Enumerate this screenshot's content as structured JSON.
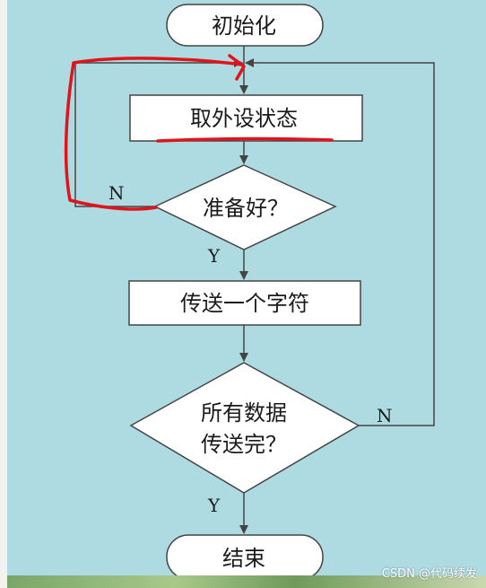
{
  "diagram": {
    "nodes": {
      "start": "初始化",
      "read_status": "取外设状态",
      "ready_question": "准备好？",
      "send_char": "传送一个字符",
      "all_sent_line1": "所有数据",
      "all_sent_line2": "传送完？",
      "end": "结束"
    },
    "edge_labels": {
      "ready_no": "N",
      "ready_yes": "Y",
      "done_no": "N",
      "done_yes": "Y"
    }
  },
  "watermark": "CSDN @代码续发",
  "colors": {
    "background": "#aedbe1",
    "node_fill": "#ffffff",
    "stroke": "#444444",
    "annotation": "#e0141a"
  }
}
